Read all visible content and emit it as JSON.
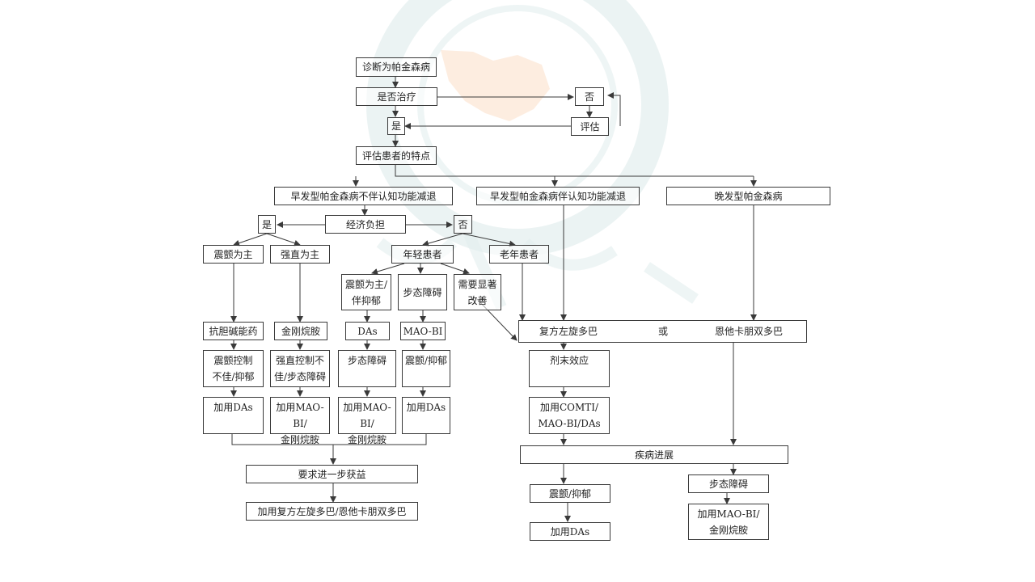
{
  "colors": {
    "line": "#3a3a3a",
    "watermark": "#e3eeee",
    "watermark_accent": "#fde8d8"
  },
  "nodes": {
    "diagnosis": "诊断为帕金森病",
    "treat_q": "是否治疗",
    "no_top": "否",
    "evaluate": "评估",
    "yes_top": "是",
    "assess": "评估患者的特点",
    "early_no_cog": "早发型帕金森病不伴认知功能减退",
    "early_cog": "早发型帕金森病伴认知功能减退",
    "late": "晚发型帕金森病",
    "econ": "经济负担",
    "econ_yes": "是",
    "econ_no": "否",
    "tremor": "震颤为主",
    "rigid": "强直为主",
    "young": "年轻患者",
    "old": "老年患者",
    "tremor_dep": "震颤为主/\n伴抑郁",
    "gait": "步态障碍",
    "need_improve": "需要显著\n改善",
    "anticholinergic": "抗胆碱能药",
    "amantadine": "金刚烷胺",
    "das": "DAs",
    "maobi": "MAO-BI",
    "levodopa": "复方左旋多巴",
    "or_text": "或",
    "entacapone": "恩他卡朋双多巴",
    "tremor_poor": "震颤控制\n不佳/抑郁",
    "rigid_poor": "强直控制不\n佳/步态障碍",
    "gait2": "步态障碍",
    "tremor_dep2": "震颤/抑郁",
    "wearing_off": "剂末效应",
    "add_das1": "加用DAs",
    "add_maobi1": "加用MAO-BI/\n金刚烷胺",
    "add_maobi2": "加用MAO-BI/\n金刚烷胺",
    "add_das2": "加用DAs",
    "add_comt": "加用COMTI/\nMAO-BI/DAs",
    "progression": "疾病进展",
    "further": "要求进一步获益",
    "add_levodopa": "加用复方左旋多巴/恩他卡朋双多巴",
    "tremor_dep3": "震颤/抑郁",
    "gait3": "步态障碍",
    "add_das3": "加用DAs",
    "add_maobi3": "加用MAO-BI/\n金刚烷胺"
  }
}
